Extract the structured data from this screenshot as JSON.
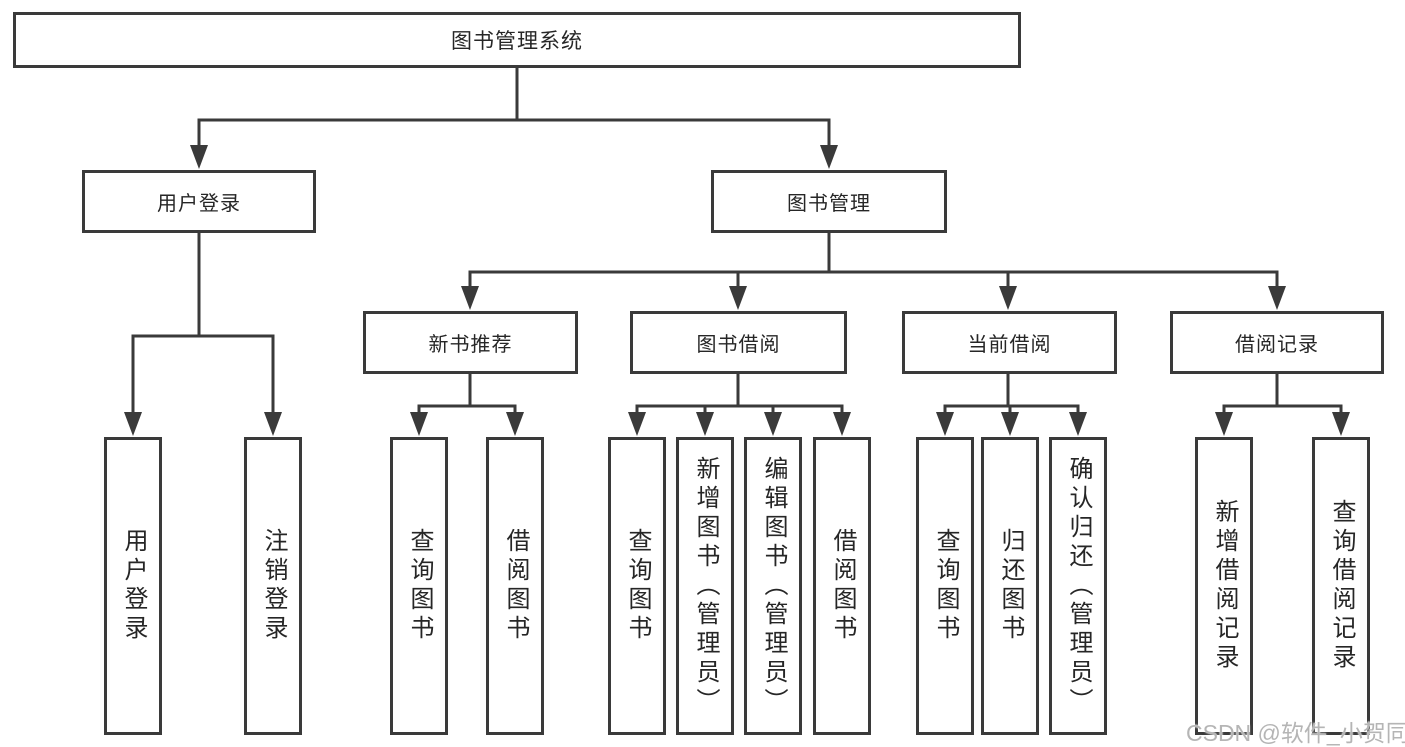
{
  "colors": {
    "line": "#3a3a3a",
    "box_border": "#3a3a3a",
    "text": "#262626",
    "watermark": "#b5b5b5",
    "background": "#ffffff"
  },
  "watermark": {
    "text": "CSDN @软件_小贺同学"
  },
  "diagram": {
    "type": "hierarchy-tree",
    "title": "图书管理系统",
    "branches": [
      {
        "label": "用户登录",
        "children": [
          {
            "label": "用户登录"
          },
          {
            "label": "注销登录"
          }
        ]
      },
      {
        "label": "图书管理",
        "children": [
          {
            "label": "新书推荐",
            "children": [
              {
                "label": "查询图书"
              },
              {
                "label": "借阅图书"
              }
            ]
          },
          {
            "label": "图书借阅",
            "children": [
              {
                "label": "查询图书"
              },
              {
                "label": "新增图书（管理员）"
              },
              {
                "label": "编辑图书（管理员）"
              },
              {
                "label": "借阅图书"
              }
            ]
          },
          {
            "label": "当前借阅",
            "children": [
              {
                "label": "查询图书"
              },
              {
                "label": "归还图书"
              },
              {
                "label": "确认归还（管理员）"
              }
            ]
          },
          {
            "label": "借阅记录",
            "children": [
              {
                "label": "新增借阅记录"
              },
              {
                "label": "查询借阅记录"
              }
            ]
          }
        ]
      }
    ]
  }
}
